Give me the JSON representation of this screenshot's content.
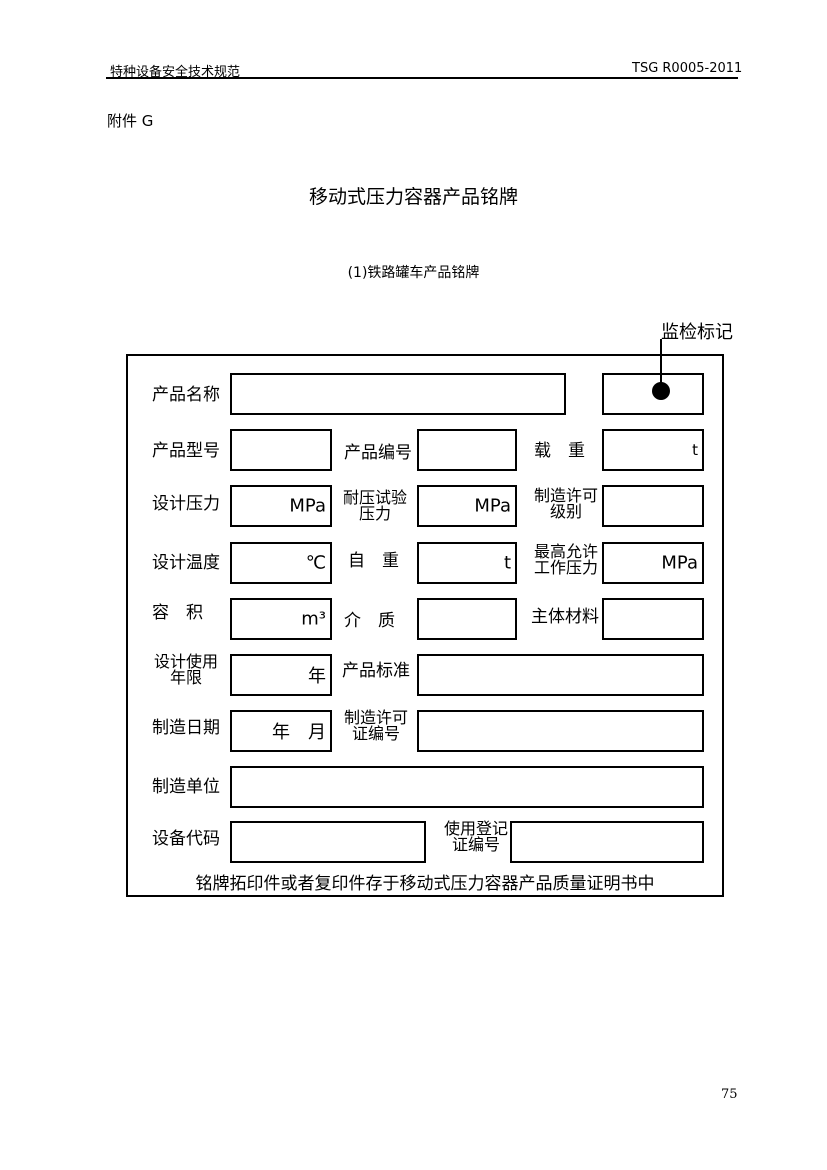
{
  "header": {
    "left": "特种设备安全技术规范",
    "right": "TSG R0005-2011"
  },
  "annex": "附件 G",
  "title": "移动式压力容器产品铭牌",
  "subtitle": "(1)铁路罐车产品铭牌",
  "inspection_mark": "监检标记",
  "plate": {
    "product_name": "产品名称",
    "product_model": "产品型号",
    "product_number": "产品编号",
    "load_weight": "载　重",
    "load_unit": "t",
    "design_pressure": "设计压力",
    "test_pressure_l1": "耐压试验",
    "test_pressure_l2": "压力",
    "mfg_license_grade_l1": "制造许可",
    "mfg_license_grade_l2": "级别",
    "design_temp": "设计温度",
    "self_weight": "自　重",
    "max_pressure_l1": "最高允许",
    "max_pressure_l2": "工作压力",
    "volume": "容　积",
    "medium": "介　质",
    "main_material": "主体材料",
    "service_life_l1": "设计使用",
    "service_life_l2": "年限",
    "product_standard": "产品标准",
    "mfg_date": "制造日期",
    "mfg_license_no_l1": "制造许可",
    "mfg_license_no_l2": "证编号",
    "manufacturer": "制造单位",
    "equipment_code": "设备代码",
    "registration_l1": "使用登记",
    "registration_l2": "证编号",
    "unit_mpa": "MPa",
    "unit_celsius": "℃",
    "unit_t": "t",
    "unit_m3": "m³",
    "unit_year": "年",
    "unit_year_month": "年　月",
    "note": "铭牌拓印件或者复印件存于移动式压力容器产品质量证明书中"
  },
  "page_number": "75"
}
